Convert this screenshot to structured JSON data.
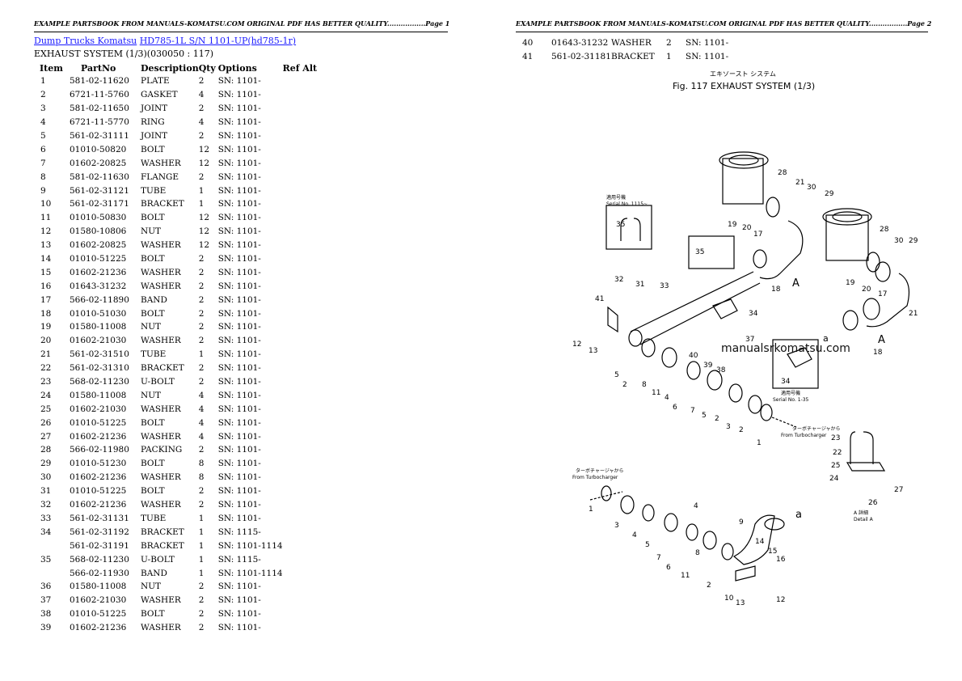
{
  "page1": {
    "header": "EXAMPLE PARTSBOOK FROM MANUALS-KOMATSU.COM ORIGINAL PDF HAS BETTER QUALITY.................Page 1",
    "breadcrumb": {
      "link1": "Dump Trucks Komatsu",
      "link2": "HD785-1L S/N 1101-UP(hd785-1r)"
    },
    "subtitle": "EXHAUST SYSTEM (1/3)(030050 : 117)",
    "columns": [
      "Item",
      "PartNo",
      "Description",
      "Qty",
      "Options",
      "Ref Alt"
    ],
    "rows": [
      {
        "item": "1",
        "part": "581-02-11620",
        "desc": "PLATE",
        "qty": "2",
        "opt": "SN: 1101-"
      },
      {
        "item": "2",
        "part": "6721-11-5760",
        "desc": "GASKET",
        "qty": "4",
        "opt": "SN: 1101-"
      },
      {
        "item": "3",
        "part": "581-02-11650",
        "desc": "JOINT",
        "qty": "2",
        "opt": "SN: 1101-"
      },
      {
        "item": "4",
        "part": "6721-11-5770",
        "desc": "RING",
        "qty": "4",
        "opt": "SN: 1101-"
      },
      {
        "item": "5",
        "part": "561-02-31111",
        "desc": "JOINT",
        "qty": "2",
        "opt": "SN: 1101-"
      },
      {
        "item": "6",
        "part": "01010-50820",
        "desc": "BOLT",
        "qty": "12",
        "opt": "SN: 1101-"
      },
      {
        "item": "7",
        "part": "01602-20825",
        "desc": "WASHER",
        "qty": "12",
        "opt": "SN: 1101-"
      },
      {
        "item": "8",
        "part": "581-02-11630",
        "desc": "FLANGE",
        "qty": "2",
        "opt": "SN: 1101-"
      },
      {
        "item": "9",
        "part": "561-02-31121",
        "desc": "TUBE",
        "qty": "1",
        "opt": "SN: 1101-"
      },
      {
        "item": "10",
        "part": "561-02-31171",
        "desc": "BRACKET",
        "qty": "1",
        "opt": "SN: 1101-"
      },
      {
        "item": "11",
        "part": "01010-50830",
        "desc": "BOLT",
        "qty": "12",
        "opt": "SN: 1101-"
      },
      {
        "item": "12",
        "part": "01580-10806",
        "desc": "NUT",
        "qty": "12",
        "opt": "SN: 1101-"
      },
      {
        "item": "13",
        "part": "01602-20825",
        "desc": "WASHER",
        "qty": "12",
        "opt": "SN: 1101-"
      },
      {
        "item": "14",
        "part": "01010-51225",
        "desc": "BOLT",
        "qty": "2",
        "opt": "SN: 1101-"
      },
      {
        "item": "15",
        "part": "01602-21236",
        "desc": "WASHER",
        "qty": "2",
        "opt": "SN: 1101-"
      },
      {
        "item": "16",
        "part": "01643-31232",
        "desc": "WASHER",
        "qty": "2",
        "opt": "SN: 1101-"
      },
      {
        "item": "17",
        "part": "566-02-11890",
        "desc": "BAND",
        "qty": "2",
        "opt": "SN: 1101-"
      },
      {
        "item": "18",
        "part": "01010-51030",
        "desc": "BOLT",
        "qty": "2",
        "opt": "SN: 1101-"
      },
      {
        "item": "19",
        "part": "01580-11008",
        "desc": "NUT",
        "qty": "2",
        "opt": "SN: 1101-"
      },
      {
        "item": "20",
        "part": "01602-21030",
        "desc": "WASHER",
        "qty": "2",
        "opt": "SN: 1101-"
      },
      {
        "item": "21",
        "part": "561-02-31510",
        "desc": "TUBE",
        "qty": "1",
        "opt": "SN: 1101-"
      },
      {
        "item": "22",
        "part": "561-02-31310",
        "desc": "BRACKET",
        "qty": "2",
        "opt": "SN: 1101-"
      },
      {
        "item": "23",
        "part": "568-02-11230",
        "desc": "U-BOLT",
        "qty": "2",
        "opt": "SN: 1101-"
      },
      {
        "item": "24",
        "part": "01580-11008",
        "desc": "NUT",
        "qty": "4",
        "opt": "SN: 1101-"
      },
      {
        "item": "25",
        "part": "01602-21030",
        "desc": "WASHER",
        "qty": "4",
        "opt": "SN: 1101-"
      },
      {
        "item": "26",
        "part": "01010-51225",
        "desc": "BOLT",
        "qty": "4",
        "opt": "SN: 1101-"
      },
      {
        "item": "27",
        "part": "01602-21236",
        "desc": "WASHER",
        "qty": "4",
        "opt": "SN: 1101-"
      },
      {
        "item": "28",
        "part": "566-02-11980",
        "desc": "PACKING",
        "qty": "2",
        "opt": "SN: 1101-"
      },
      {
        "item": "29",
        "part": "01010-51230",
        "desc": "BOLT",
        "qty": "8",
        "opt": "SN: 1101-"
      },
      {
        "item": "30",
        "part": "01602-21236",
        "desc": "WASHER",
        "qty": "8",
        "opt": "SN: 1101-"
      },
      {
        "item": "31",
        "part": "01010-51225",
        "desc": "BOLT",
        "qty": "2",
        "opt": "SN: 1101-"
      },
      {
        "item": "32",
        "part": "01602-21236",
        "desc": "WASHER",
        "qty": "2",
        "opt": "SN: 1101-"
      },
      {
        "item": "33",
        "part": "561-02-31131",
        "desc": "TUBE",
        "qty": "1",
        "opt": "SN: 1101-"
      },
      {
        "item": "34",
        "part": "561-02-31192",
        "desc": "BRACKET",
        "qty": "1",
        "opt": "SN: 1115-"
      },
      {
        "item": "",
        "part": "561-02-31191",
        "desc": "BRACKET",
        "qty": "1",
        "opt": "SN: 1101-1114"
      },
      {
        "item": "35",
        "part": "568-02-11230",
        "desc": "U-BOLT",
        "qty": "1",
        "opt": "SN: 1115-"
      },
      {
        "item": "",
        "part": "566-02-11930",
        "desc": "BAND",
        "qty": "1",
        "opt": "SN: 1101-1114"
      },
      {
        "item": "36",
        "part": "01580-11008",
        "desc": "NUT",
        "qty": "2",
        "opt": "SN: 1101-"
      },
      {
        "item": "37",
        "part": "01602-21030",
        "desc": "WASHER",
        "qty": "2",
        "opt": "SN: 1101-"
      },
      {
        "item": "38",
        "part": "01010-51225",
        "desc": "BOLT",
        "qty": "2",
        "opt": "SN: 1101-"
      },
      {
        "item": "39",
        "part": "01602-21236",
        "desc": "WASHER",
        "qty": "2",
        "opt": "SN: 1101-"
      }
    ]
  },
  "page2": {
    "header": "EXAMPLE PARTSBOOK FROM MANUALS-KOMATSU.COM ORIGINAL PDF HAS BETTER QUALITY.................Page 2",
    "rows": [
      {
        "item": "40",
        "part": "01643-31232",
        "desc": "WASHER",
        "qty": "2",
        "opt": "SN: 1101-"
      },
      {
        "item": "41",
        "part": "561-02-31181",
        "desc": "BRACKET",
        "qty": "1",
        "opt": "SN: 1101-"
      }
    ],
    "figure": {
      "title_jp": "エキゾースト システム",
      "title": "Fig. 117   EXHAUST SYSTEM (1/3)",
      "watermark": "manualsrkomatsu.com",
      "serial_label_top": "適用号機\nSerial No. 1115-",
      "serial_label_right": "適用号機\nSerial No. 1-35",
      "from_turbo_jp": "ターボチャージャから",
      "from_turbo": "From Turbocharger",
      "from_turbo_label_left": "From Turbocharger",
      "detail_jp": "A 詳細",
      "detail": "Detail A",
      "callouts": [
        "1",
        "2",
        "3",
        "4",
        "5",
        "6",
        "7",
        "8",
        "9",
        "10",
        "11",
        "12",
        "13",
        "14",
        "15",
        "16",
        "17",
        "18",
        "19",
        "20",
        "21",
        "22",
        "23",
        "24",
        "25",
        "26",
        "27",
        "28",
        "29",
        "30",
        "31",
        "32",
        "33",
        "34",
        "35",
        "36",
        "37",
        "38",
        "39",
        "40",
        "41",
        "A",
        "a"
      ]
    }
  }
}
